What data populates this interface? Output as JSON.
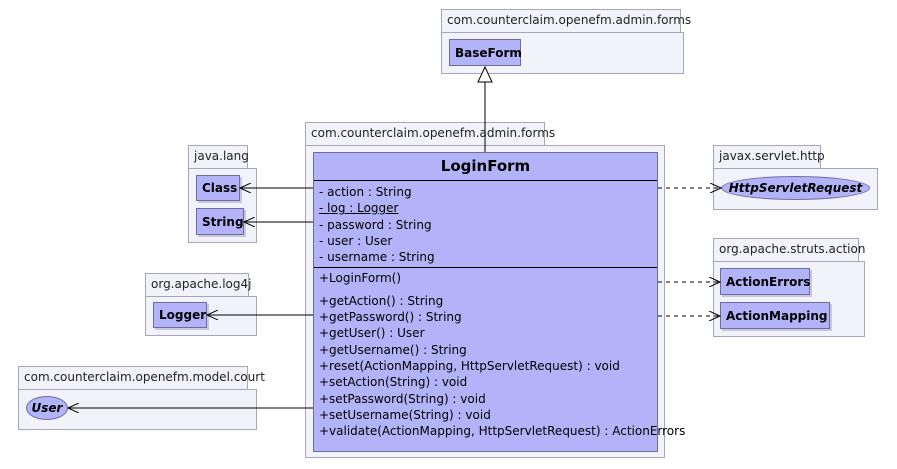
{
  "packages": {
    "admin_forms_top": "com.counterclaim.openefm.admin.forms",
    "admin_forms_main": "com.counterclaim.openefm.admin.forms",
    "java_lang": "java.lang",
    "log4j": "org.apache.log4j",
    "model_court": "com.counterclaim.openefm.model.court",
    "servlet_http": "javax.servlet.http",
    "struts_action": "org.apache.struts.action"
  },
  "classes": {
    "base_form": "BaseForm",
    "class": "Class",
    "string": "String",
    "logger": "Logger",
    "user": "User",
    "http_servlet_request": "HttpServletRequest",
    "action_errors": "ActionErrors",
    "action_mapping": "ActionMapping"
  },
  "login_form": {
    "name": "LoginForm",
    "attributes": [
      "- action : String",
      "- log : Logger",
      "- password : String",
      "- user : User",
      "- username : String"
    ],
    "constructors": [
      "+LoginForm()"
    ],
    "operations": [
      "+getAction() : String",
      "+getPassword() : String",
      "+getUser() : User",
      "+getUsername() : String",
      "+reset(ActionMapping, HttpServletRequest) : void",
      "+setAction(String) : void",
      "+setPassword(String) : void",
      "+setUsername(String) : void",
      "+validate(ActionMapping, HttpServletRequest) : ActionErrors"
    ]
  },
  "colors": {
    "class_fill": "#b3b3f9",
    "package_fill": "#f2f2fb",
    "package_border": "#a6a6b8"
  }
}
